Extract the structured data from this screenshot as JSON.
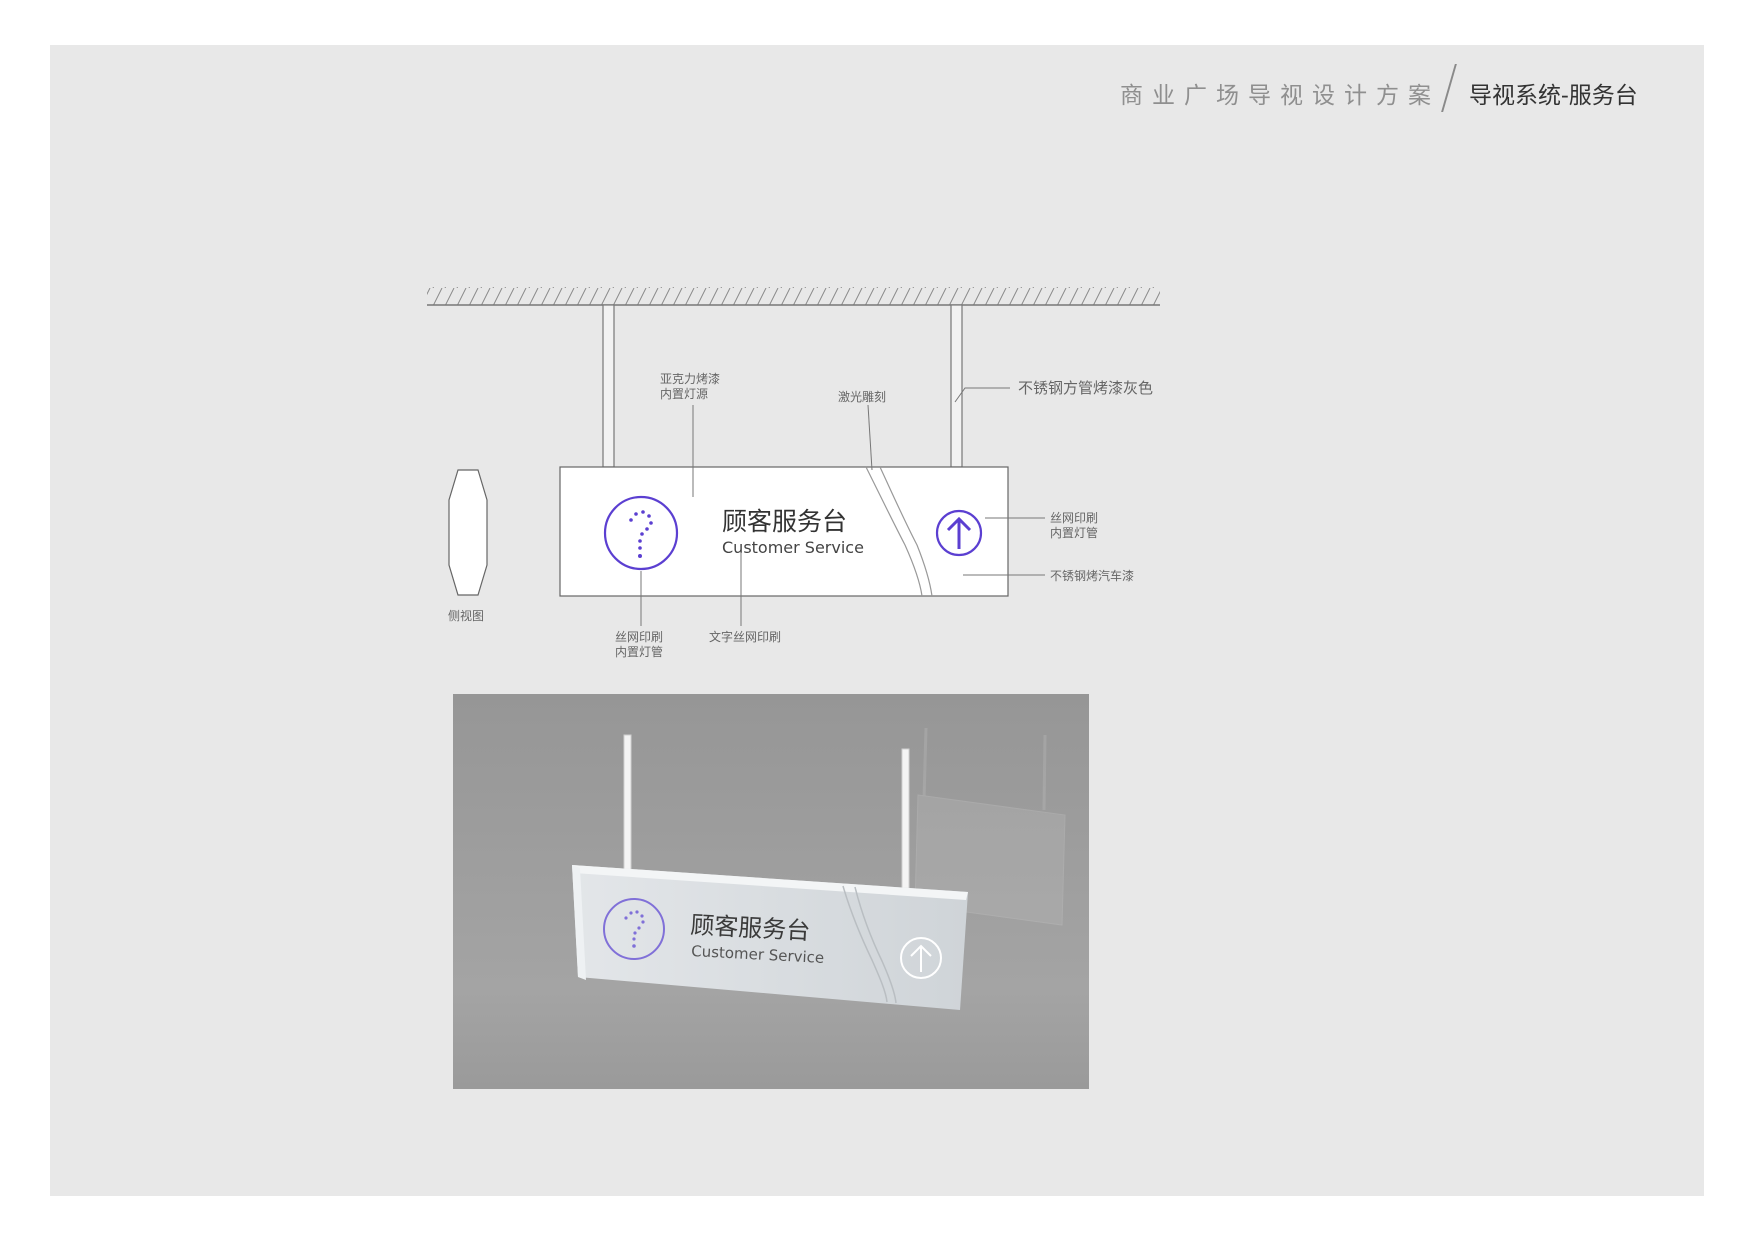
{
  "header": {
    "project_title": "商业广场导视设计方案",
    "section_title": "导视系统-服务台"
  },
  "sign": {
    "title_cn": "顾客服务台",
    "title_en": "Customer Service",
    "accent_color": "#5b3fd1",
    "icon_left": "question-mark-icon",
    "icon_right": "arrow-up-icon"
  },
  "annotations": {
    "acrylic_line1": "亚克力烤漆",
    "acrylic_line2": "内置灯源",
    "laser": "激光雕刻",
    "steel_tube": "不锈钢方管烤漆灰色",
    "screen_right_line1": "丝网印刷",
    "screen_right_line2": "内置灯管",
    "steel_paint": "不锈钢烤汽车漆",
    "screen_left_line1": "丝网印刷",
    "screen_left_line2": "内置灯管",
    "text_screen": "文字丝网印刷",
    "side_view": "侧视图"
  }
}
